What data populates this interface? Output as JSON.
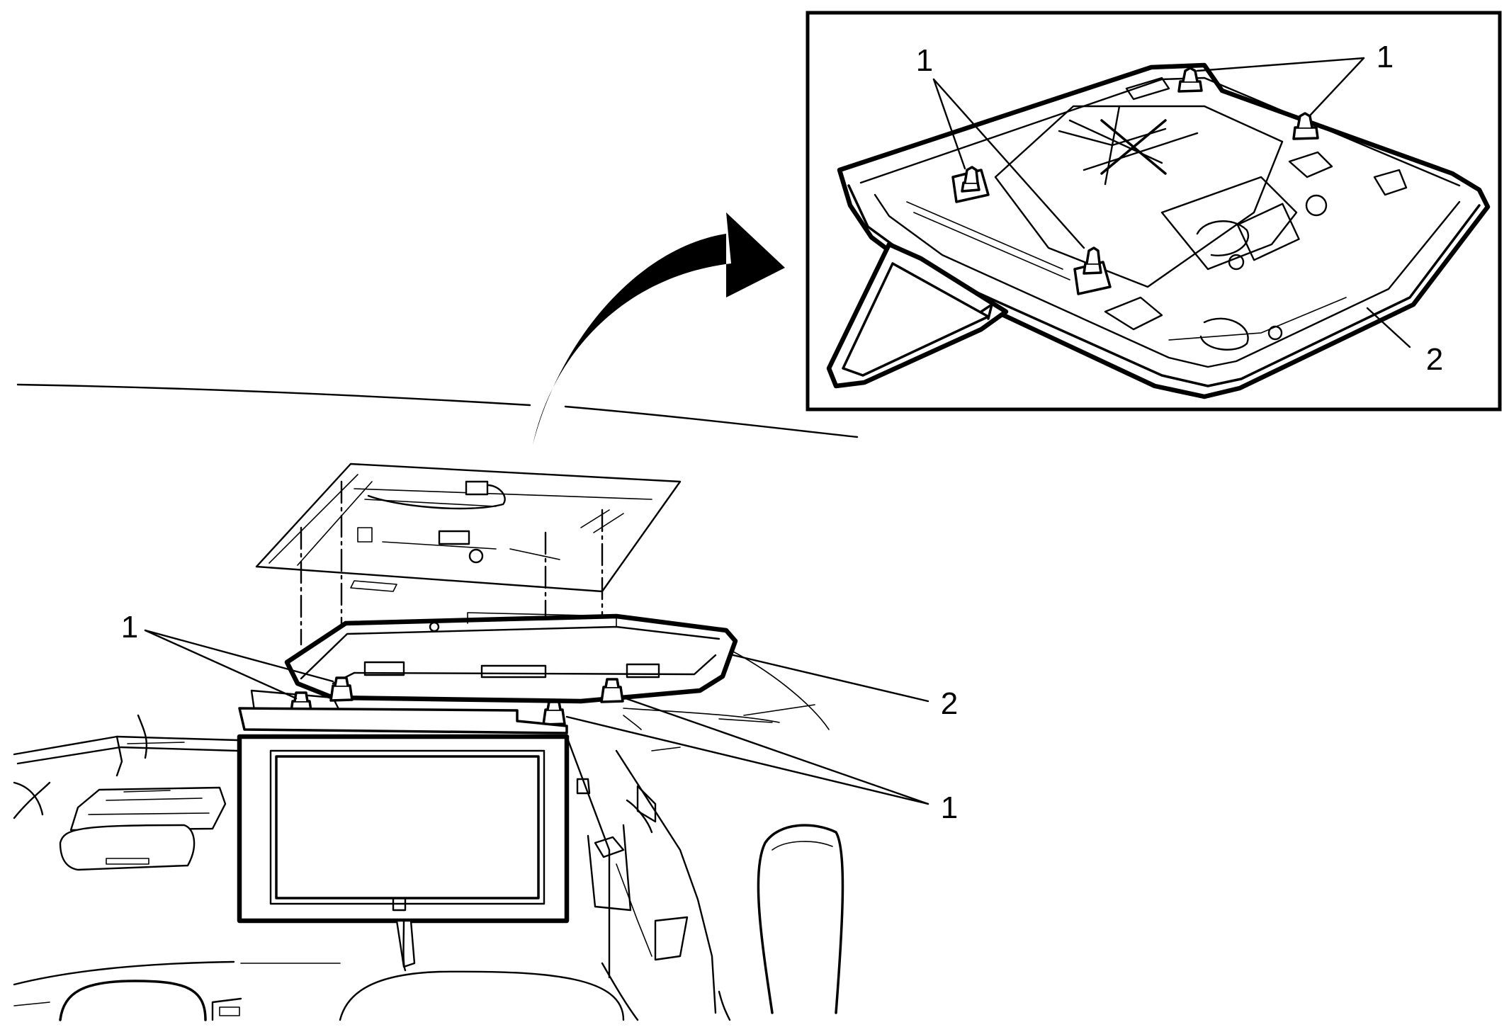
{
  "figure": {
    "inset_callouts": {
      "fastener_label": "1",
      "console_label": "2"
    },
    "main_callouts": {
      "fastener_label_upper": "1",
      "console_label": "2",
      "fastener_label_lower": "1"
    }
  },
  "colors": {
    "line": "#000000",
    "background": "#ffffff"
  }
}
